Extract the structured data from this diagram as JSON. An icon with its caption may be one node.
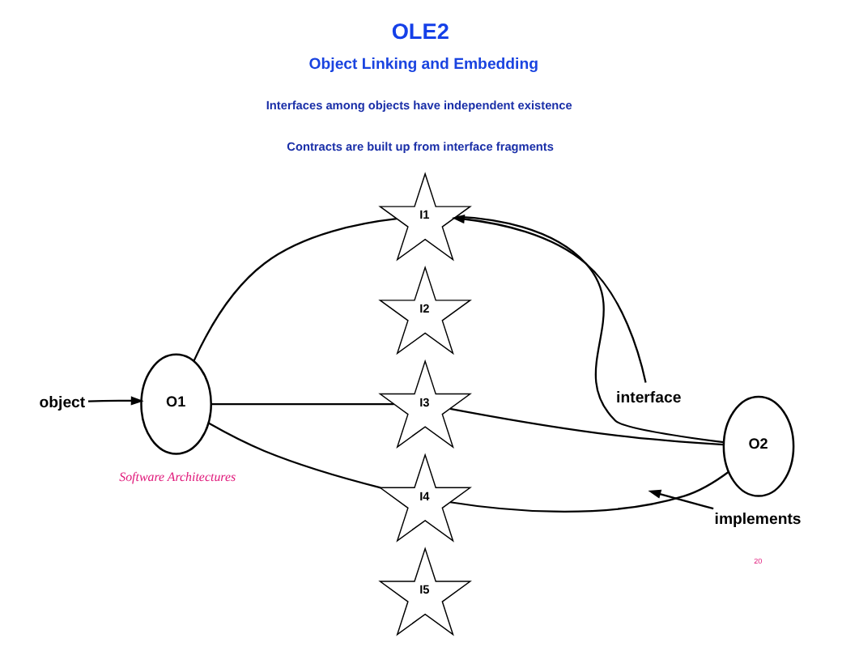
{
  "diagram": {
    "title": "OLE2",
    "nodes": [
      {
        "text": [
          "O1"
        ]
      },
      {
        "text": [
          "O2"
        ]
      },
      {
        "text": [
          "I1"
        ]
      },
      {
        "text": [
          "I2"
        ]
      },
      {
        "text": [
          "I3"
        ]
      },
      {
        "text": [
          "I4"
        ]
      },
      {
        "text": [
          "I5"
        ]
      },
      {
        "text": [
          "object"
        ]
      },
      {
        "text": [
          "interface"
        ]
      },
      {
        "text": [
          "implements"
        ]
      }
    ],
    "edges": [
      {
        "from": 7,
        "to": 0,
        "arrow": "to"
      },
      {
        "from": 8,
        "to": 2,
        "arrow": "to"
      },
      {
        "from": 0,
        "to": 2,
        "arrow": "none"
      },
      {
        "from": 2,
        "to": 1,
        "arrow": "none"
      },
      {
        "from": 0,
        "to": 4,
        "arrow": "none"
      },
      {
        "from": 4,
        "to": 1,
        "arrow": "none"
      },
      {
        "from": 0,
        "to": 5,
        "arrow": "none"
      },
      {
        "from": 5,
        "to": 1,
        "arrow": "none"
      },
      {
        "from": 9,
        "to": null,
        "arrow": "to"
      }
    ],
    "labels": [
      "Object Linking and Embedding",
      "Interfaces among objects have independent existence",
      "Contracts are built up from interface fragments",
      "Software Architectures",
      "20"
    ]
  }
}
